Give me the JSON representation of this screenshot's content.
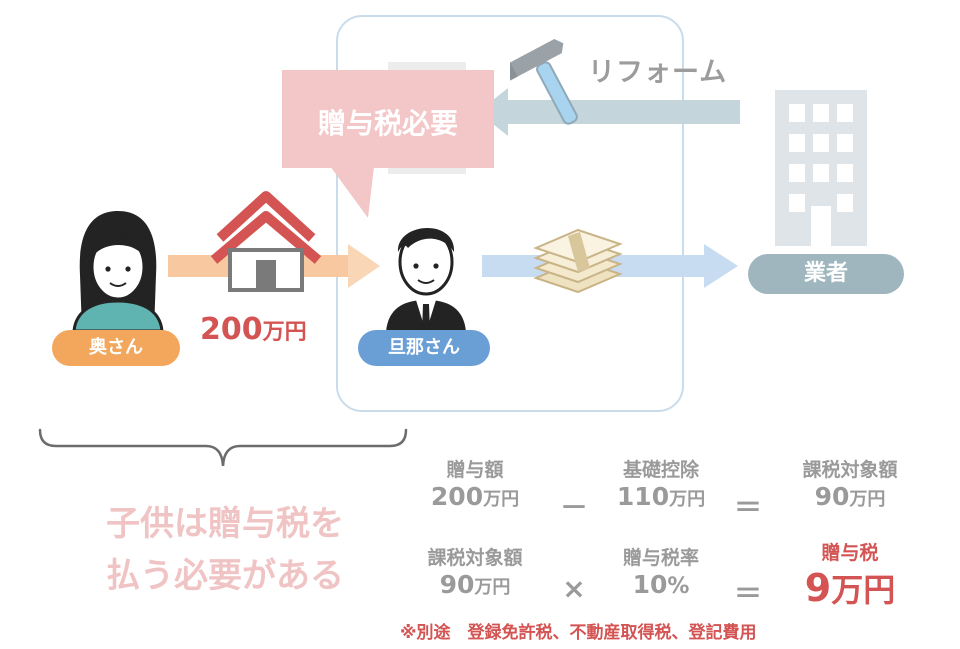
{
  "labels": {
    "wife": "奥さん",
    "husband": "旦那さん",
    "contractor": "業者",
    "reform": "リフォーム",
    "gift_tax_needed": "贈与税必要",
    "gift_amount_num": "200",
    "gift_amount_unit": "万円"
  },
  "note_lines": [
    "子供は贈与税を",
    "払う必要がある"
  ],
  "calc_row1": {
    "a_label": "贈与額",
    "a_num": "200",
    "a_unit": "万円",
    "op": "－",
    "b_label": "基礎控除",
    "b_num": "110",
    "b_unit": "万円",
    "eq": "＝",
    "c_label": "課税対象額",
    "c_num": "90",
    "c_unit": "万円"
  },
  "calc_row2": {
    "a_label": "課税対象額",
    "a_num": "90",
    "a_unit": "万円",
    "op": "×",
    "b_label": "贈与税率",
    "b_num": "10",
    "b_unit": "%",
    "eq": "＝",
    "c_label": "贈与税",
    "c_num": "9",
    "c_unit": "万円"
  },
  "footnote": "※別途　登録免許税、不動産取得税、登記費用",
  "colors": {
    "orange": "#f3a75d",
    "blue_label": "#6a9fd6",
    "contractor_label": "#9fb6be",
    "red": "#d35452",
    "pink_balloon": "#f0c0c1",
    "pink_text": "#f0c4c4",
    "gray": "#9a9a9a"
  },
  "icons": [
    "woman-avatar-icon",
    "man-avatar-icon",
    "house-icon",
    "money-bundle-icon",
    "building-icon",
    "hammer-icon",
    "brace-icon"
  ]
}
